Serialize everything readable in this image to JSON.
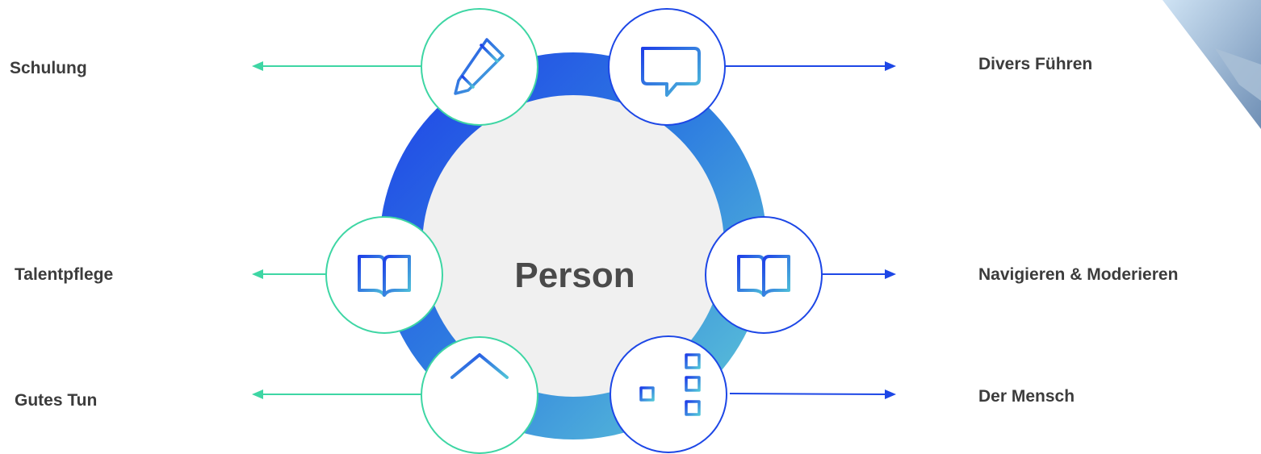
{
  "center": {
    "title": "Person"
  },
  "left_items": [
    {
      "label": "Schulung",
      "icon": "pencil-icon"
    },
    {
      "label": "Talentpflege",
      "icon": "book-icon"
    },
    {
      "label": "Gutes Tun",
      "icon": "institution-icon"
    }
  ],
  "right_items": [
    {
      "label": "Divers Führen",
      "icon": "chat-icon"
    },
    {
      "label": "Navigieren & Moderieren",
      "icon": "book-icon"
    },
    {
      "label": "Der Mensch",
      "icon": "hierarchy-icon"
    }
  ],
  "colors": {
    "ring_blue": "#1f4fe0",
    "ring_teal": "#5cc6d6",
    "left_accent": "#3ed6a4",
    "right_accent": "#1d47e6",
    "center_fill": "#f0f0f0",
    "text": "#3c3c3c"
  }
}
